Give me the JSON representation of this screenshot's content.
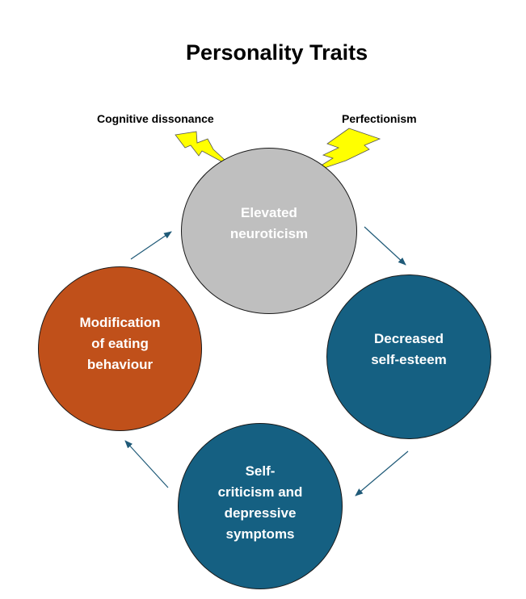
{
  "title": "Personality Traits",
  "triggers": {
    "left": "Cognitive dissonance",
    "right": "Perfectionism"
  },
  "nodes": {
    "top": "Elevated\nneuroticism",
    "right": "Decreased\nself-esteem",
    "bottom": "Self-\ncriticism and\ndepressive\nsymptoms",
    "left": "Modification\nof eating\nbehaviour"
  },
  "colors": {
    "top": "#bfbfbf",
    "right": "#156082",
    "bottom": "#156082",
    "left": "#c0501a",
    "lightning": "#ffff00",
    "arrow": "#1f5a78"
  },
  "icons": {
    "trigger_left": "lightning-bolt-icon",
    "trigger_right": "lightning-bolt-icon"
  }
}
